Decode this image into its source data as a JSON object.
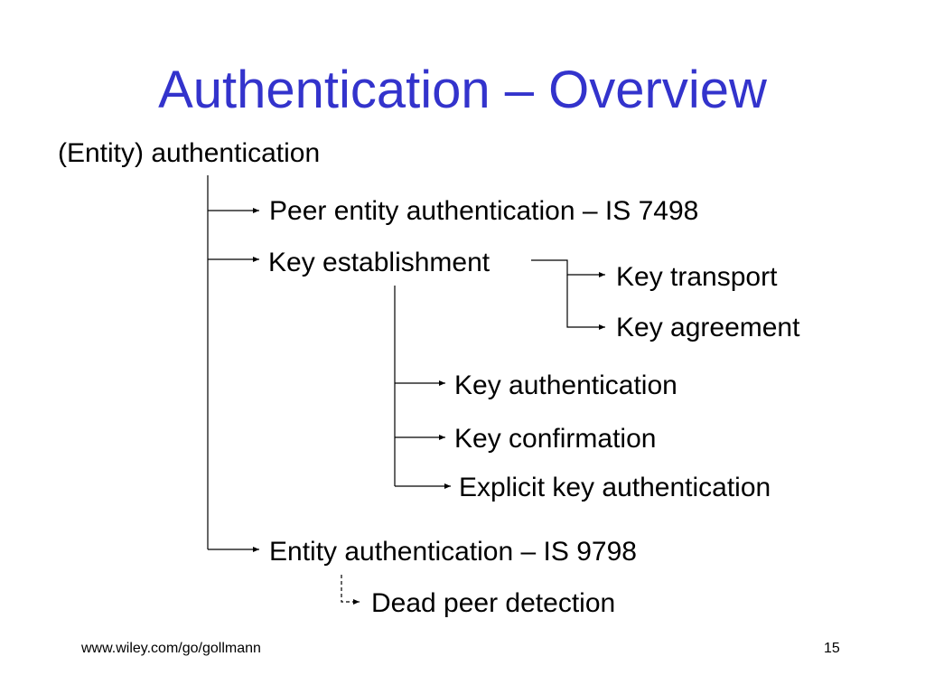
{
  "slide": {
    "title": "Authentication – Overview",
    "root": "(Entity) authentication",
    "items": {
      "peer_entity_authentication": "Peer entity authentication – IS 7498",
      "key_establishment": "Key establishment",
      "key_transport": "Key transport",
      "key_agreement": "Key agreement",
      "key_authentication": "Key authentication",
      "key_confirmation": "Key confirmation",
      "explicit_key_authentication": "Explicit key authentication",
      "entity_authentication": "Entity authentication – IS 9798",
      "dead_peer_detection": "Dead peer detection"
    },
    "footer": {
      "url": "www.wiley.com/go/gollmann",
      "page_number": "15"
    }
  },
  "colors": {
    "title": "#3333cc",
    "text": "#000000",
    "lines": "#000000"
  }
}
